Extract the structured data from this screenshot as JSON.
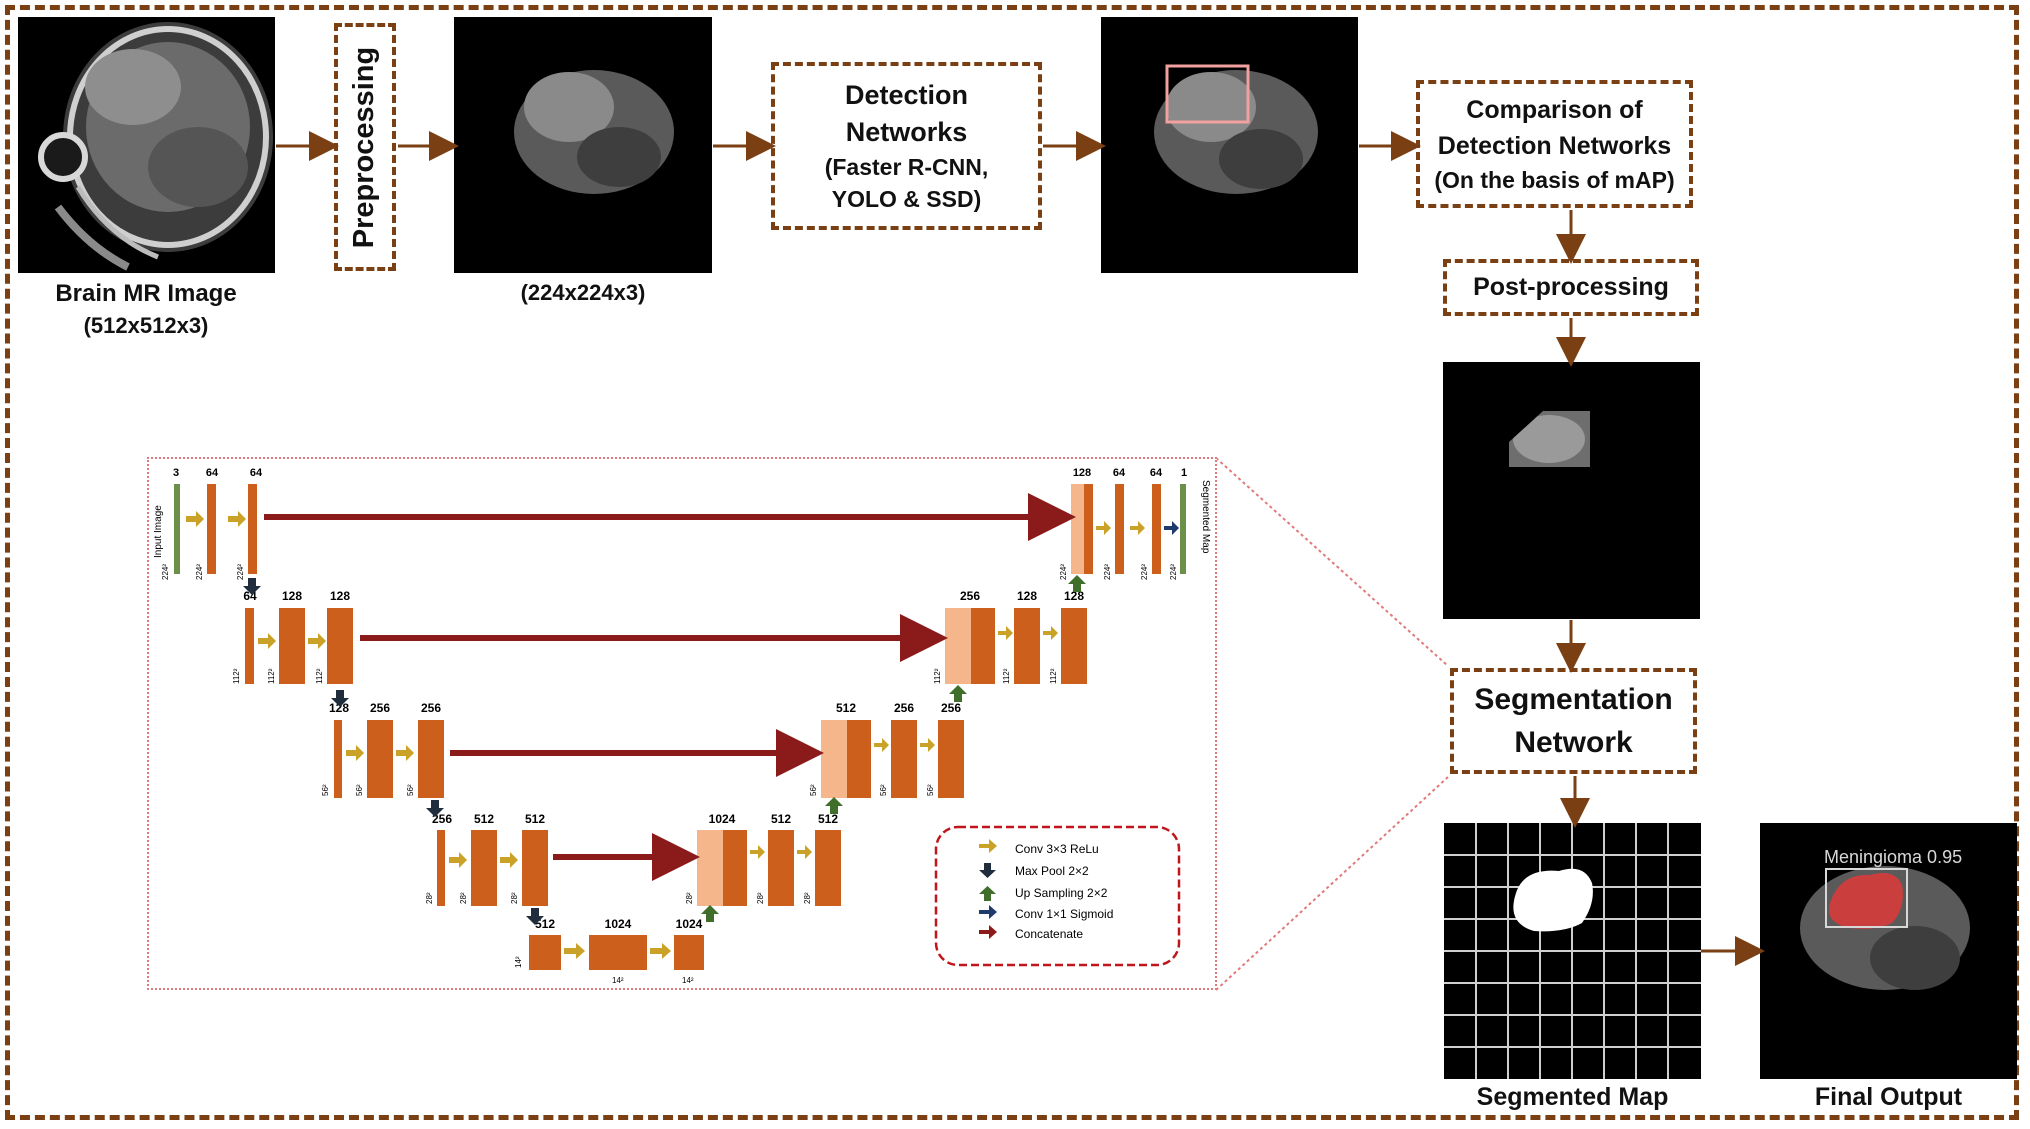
{
  "pipeline": {
    "input_label": "Brain MR Image",
    "input_size": "(512x512x3)",
    "preprocessing": "Preprocessing",
    "preprocessed_size": "(224x224x3)",
    "detection_title": "Detection Networks",
    "detection_sub": "(Faster R-CNN, YOLO & SSD)",
    "comparison_title": "Comparison of Detection Networks",
    "comparison_sub": "(On the basis of mAP)",
    "postprocessing": "Post-processing",
    "segmentation": "Segmentation Network",
    "segmented_map": "Segmented Map",
    "final_output": "Final Output",
    "detection_label": "Meningioma 0.95"
  },
  "unet": {
    "input_label": "Input Image",
    "output_label": "Segmented Map",
    "levels": [
      {
        "size": "224²",
        "enc": [
          "3",
          "64",
          "64"
        ],
        "dec": [
          "128",
          "64",
          "64",
          "1"
        ]
      },
      {
        "size": "112²",
        "enc": [
          "64",
          "128",
          "128"
        ],
        "dec": [
          "256",
          "128",
          "128"
        ]
      },
      {
        "size": "56²",
        "enc": [
          "128",
          "256",
          "256"
        ],
        "dec": [
          "512",
          "256",
          "256"
        ]
      },
      {
        "size": "28²",
        "enc": [
          "256",
          "512",
          "512"
        ],
        "dec": [
          "1024",
          "512",
          "512"
        ]
      },
      {
        "size": "14²",
        "enc": [
          "512",
          "1024",
          "1024"
        ]
      }
    ],
    "legend": [
      {
        "label": "Conv 3×3 ReLu",
        "color": "#c9a227"
      },
      {
        "label": "Max Pool 2×2",
        "color": "#1f2d3d"
      },
      {
        "label": "Up Sampling 2×2",
        "color": "#3f6f2a"
      },
      {
        "label": "Conv 1×1 Sigmoid",
        "color": "#1f3b6e"
      },
      {
        "label": "Concatenate",
        "color": "#8b1a1a"
      }
    ]
  },
  "colors": {
    "frame": "#7a3f12",
    "block": "#cc5f1c",
    "block_light": "#f4b68a",
    "io_block": "#6c8f4a",
    "legend_border": "#c0161b",
    "zoom_border": "#e07a7a"
  }
}
